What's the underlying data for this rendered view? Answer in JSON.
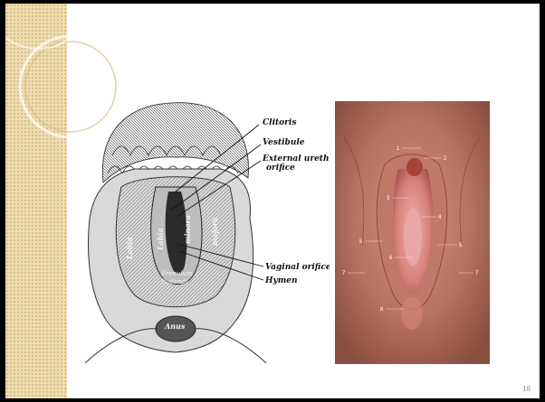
{
  "slide": {
    "page_number": "18"
  },
  "engraving": {
    "callouts": [
      "Clitoris",
      "Vestibule",
      "External urethral",
      "orifice",
      "Vaginal orifice",
      "Hymen"
    ],
    "region_labels": [
      "Labia",
      "Labia",
      "minora",
      "majora",
      "Frenulum",
      "Pudendi",
      "Anus"
    ]
  },
  "photo": {
    "markers": [
      "1",
      "2",
      "3",
      "4",
      "5",
      "5",
      "6",
      "7",
      "7",
      "8"
    ]
  }
}
